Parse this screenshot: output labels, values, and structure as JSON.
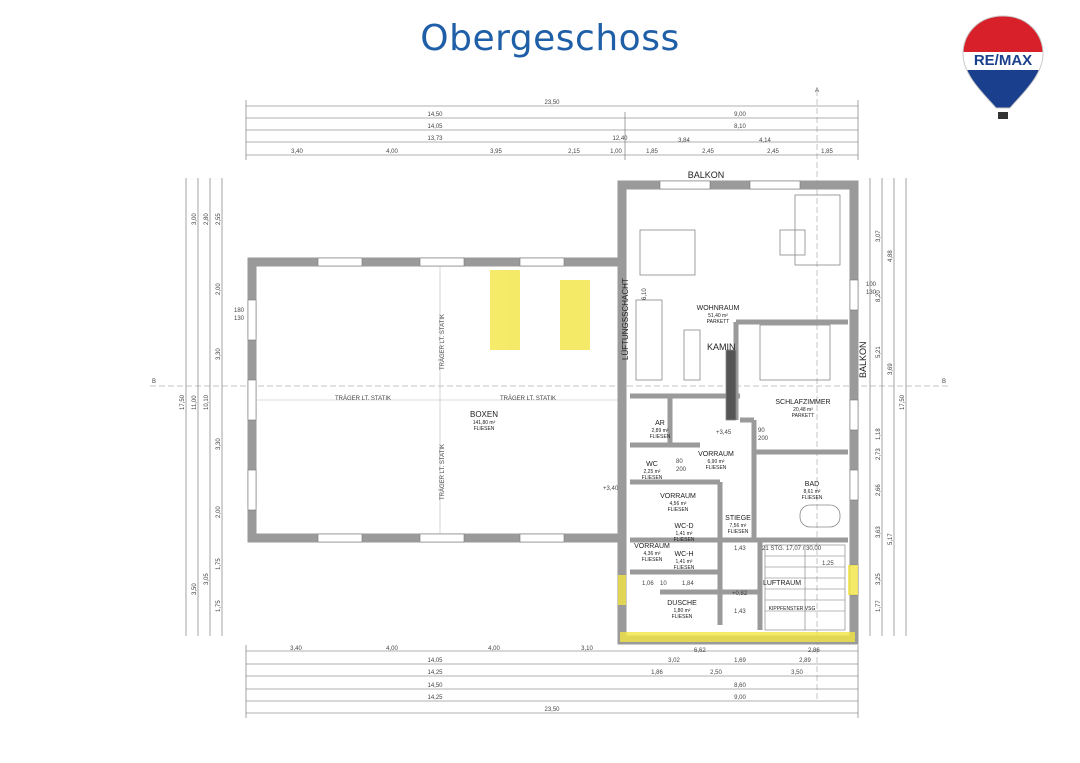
{
  "title": "Obergeschoss",
  "logo": {
    "text": "RE/MAX",
    "colors": {
      "blue": "#1a3f8c",
      "red": "#d8202a",
      "white": "#ffffff"
    }
  },
  "colors": {
    "accent": "#1f5fa8",
    "wall": "#9a9a9a",
    "marker": "#f3e642"
  },
  "rooms": {
    "balkon_top": "BALKON",
    "balkon_right": "BALKON",
    "kamin": "KAMIN",
    "schacht": "LÜFTUNGSSCHACHT",
    "boxen": {
      "name": "BOXEN",
      "area": "141,80 m²",
      "floor": "FLIESEN"
    },
    "wohnraum": {
      "name": "WOHNRAUM",
      "area": "51,40 m²",
      "floor": "PARKETT"
    },
    "schlafzimmer": {
      "name": "SCHLAFZIMMER",
      "area": "20,48 m²",
      "floor": "PARKETT"
    },
    "ar": {
      "name": "AR",
      "area": "2,89 m²",
      "floor": "FLIESEN"
    },
    "vorraum1": {
      "name": "VORRAUM",
      "area": "6,90 m²",
      "floor": "FLIESEN"
    },
    "wc": {
      "name": "WC",
      "area": "2,25 m²",
      "floor": "FLIESEN"
    },
    "vorraum2": {
      "name": "VORRAUM",
      "area": "4,56 m²",
      "floor": "FLIESEN"
    },
    "bad": {
      "name": "BAD",
      "area": "8,61 m²",
      "floor": "FLIESEN"
    },
    "wcd": {
      "name": "WC-D",
      "area": "1,41 m²",
      "floor": "FLIESEN"
    },
    "stiege": {
      "name": "STIEGE",
      "area": "7,56 m²",
      "floor": "FLIESEN"
    },
    "vorraum3": {
      "name": "VORRAUM",
      "area": "4,36 m²",
      "floor": "FLIESEN"
    },
    "wch": {
      "name": "WC-H",
      "area": "1,41 m²",
      "floor": "FLIESEN"
    },
    "luftraum": "LUFTRAUM",
    "dusche": {
      "name": "DUSCHE",
      "area": "1,80 m²",
      "floor": "FLIESEN"
    },
    "kippfenster": "KIPPFENSTER VSG"
  },
  "annotations": {
    "traeger": "TRÄGER LT. STATIK",
    "stairs": "21 STG. 17,07 / 30,00",
    "section_a": "A",
    "section_b": "B",
    "level1": "+3,45",
    "level2": "+3,40",
    "level3": "+0,82"
  },
  "dimensions": {
    "top_total": "23,50",
    "top_row2": [
      "14,50",
      "9,00"
    ],
    "top_row3": [
      "14,05",
      "8,10"
    ],
    "top_row4": [
      "13,73",
      "12,40"
    ],
    "top_row5": [
      "3,40",
      "4,00",
      "3,95",
      "2,15",
      "1,00",
      "1,85",
      "3,84",
      "2,45",
      "4,14",
      "2,45",
      "1,85"
    ],
    "bottom_row1": [
      "3,40",
      "4,00",
      "4,00",
      "3,10",
      "3,02",
      "1,69",
      "2,89"
    ],
    "bottom_row2": [
      "14,05",
      "1,86",
      "2,50",
      "3,50"
    ],
    "bottom_row3": [
      "14,25",
      "8,60"
    ],
    "bottom_row4": [
      "14,50",
      "9,00"
    ],
    "bottom_total": "23,50",
    "left": [
      "17,50",
      "11,00",
      "10,10",
      "3,00",
      "3,50",
      "2,80",
      "2,55",
      "2,00",
      "3,30",
      "3,30",
      "2,00",
      "3,05",
      "1,75",
      "1,75"
    ],
    "right": [
      "17,50",
      "3,07",
      "4,88",
      "8,20",
      "5,21",
      "3,69",
      "1,18",
      "2,73",
      "2,66",
      "3,63",
      "5,17",
      "3,25",
      "1,77"
    ],
    "inner": [
      "6,10",
      "1,43",
      "1,25",
      "1,43",
      "1,06",
      "10",
      "1,84",
      "6,62",
      "2,86",
      "100",
      "130",
      "180",
      "130",
      "90",
      "200",
      "80",
      "200"
    ]
  }
}
